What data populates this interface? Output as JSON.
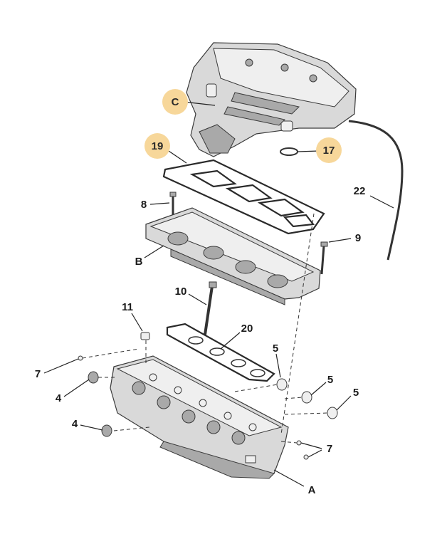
{
  "title": "",
  "callouts": {
    "C": "C",
    "p19": "19",
    "p17": "17",
    "p22": "22",
    "p8": "8",
    "p9": "9",
    "B": "B",
    "p10": "10",
    "p11": "11",
    "p20": "20",
    "p5a": "5",
    "p5b": "5",
    "p5c": "5",
    "p7a": "7",
    "p7b": "7",
    "p4a": "4",
    "p4b": "4",
    "A": "A"
  },
  "colors": {
    "highlight": "#f7d79a",
    "line": "#222222",
    "part": "#d9d9d9"
  },
  "highlighted_callouts": [
    "C",
    "19",
    "17"
  ]
}
